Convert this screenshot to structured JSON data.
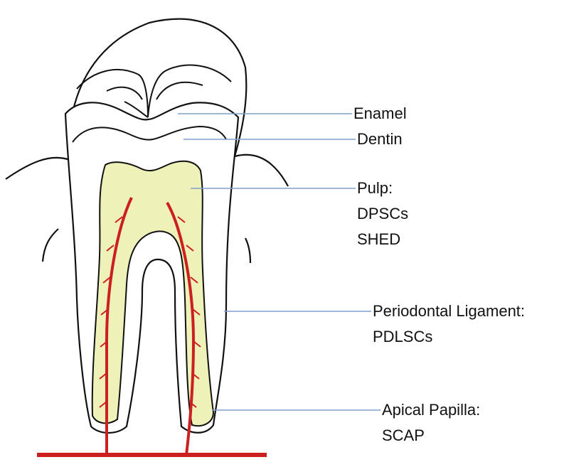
{
  "labels": {
    "enamel": {
      "lines": [
        "Enamel"
      ]
    },
    "dentin": {
      "lines": [
        "Dentin"
      ]
    },
    "pulp": {
      "lines": [
        "Pulp:",
        "DPSCs",
        "SHED"
      ]
    },
    "pdl": {
      "lines": [
        "Periodontal Ligament:",
        "PDLSCs"
      ]
    },
    "apical": {
      "lines": [
        "Apical Papilla:",
        "SCAP"
      ]
    }
  },
  "colors": {
    "outline": "#111111",
    "pulp_fill": "#eef2b8",
    "vessel": "#cc1f1f",
    "leader": "#7f9fcf",
    "background": "#ffffff"
  }
}
